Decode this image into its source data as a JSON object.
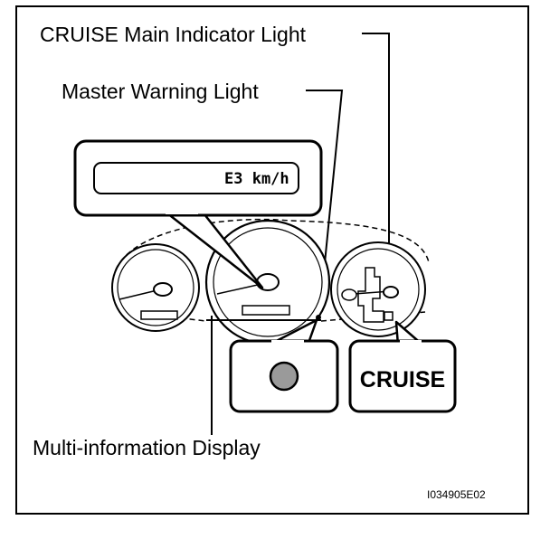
{
  "labels": {
    "cruise_indicator": "CRUISE Main Indicator Light",
    "master_warning": "Master Warning Light",
    "multi_info_display": "Multi-information Display"
  },
  "display_text": "E3 km/h",
  "cruise_lamp_text": "CRUISE",
  "figure_code": "I034905E02"
}
